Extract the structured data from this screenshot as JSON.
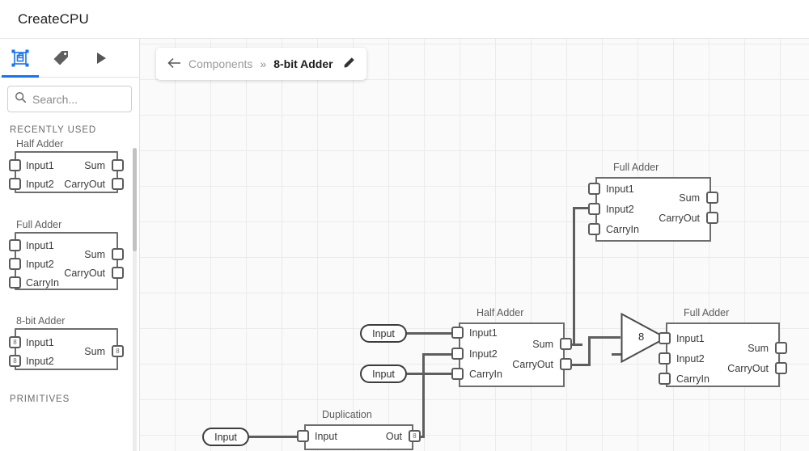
{
  "app": {
    "title": "CreateCPU"
  },
  "sidebar": {
    "tabs": [
      {
        "name": "components-tab",
        "icon": "components-icon",
        "active": true
      },
      {
        "name": "tags-tab",
        "icon": "tag-icon",
        "active": false
      },
      {
        "name": "run-tab",
        "icon": "play-icon",
        "active": false
      }
    ],
    "search": {
      "placeholder": "Search...",
      "value": "",
      "icon": "search-icon"
    },
    "sections": [
      {
        "label": "RECENTLY USED"
      },
      {
        "label": "PRIMITIVES"
      }
    ],
    "palette": [
      {
        "title": "Half Adder",
        "inputs": [
          {
            "label": "Input1",
            "width": ""
          },
          {
            "label": "Input2",
            "width": ""
          }
        ],
        "outputs": [
          {
            "label": "Sum",
            "width": ""
          },
          {
            "label": "CarryOut",
            "width": ""
          }
        ]
      },
      {
        "title": "Full Adder",
        "inputs": [
          {
            "label": "Input1",
            "width": ""
          },
          {
            "label": "Input2",
            "width": ""
          },
          {
            "label": "CarryIn",
            "width": ""
          }
        ],
        "outputs": [
          {
            "label": "Sum",
            "width": ""
          },
          {
            "label": "CarryOut",
            "width": ""
          }
        ]
      },
      {
        "title": "8-bit Adder",
        "inputs": [
          {
            "label": "Input1",
            "width": "8"
          },
          {
            "label": "Input2",
            "width": "8"
          }
        ],
        "outputs": [
          {
            "label": "Sum",
            "width": "8"
          }
        ]
      }
    ]
  },
  "breadcrumb": {
    "back_icon": "arrow-left-icon",
    "parent": "Components",
    "separator": "»",
    "current": "8-bit Adder",
    "edit_icon": "pencil-icon"
  },
  "canvas": {
    "nodes": [
      {
        "name": "full-adder-top",
        "title": "Full Adder",
        "inputs": [
          "Input1",
          "Input2",
          "CarryIn"
        ],
        "outputs": [
          "Sum",
          "CarryOut"
        ]
      },
      {
        "name": "half-adder-mid",
        "title": "Half Adder",
        "inputs": [
          "Input1",
          "Input2",
          "CarryIn"
        ],
        "outputs": [
          "Sum",
          "CarryOut"
        ]
      },
      {
        "name": "full-adder-right",
        "title": "Full Adder",
        "inputs": [
          "Input1",
          "Input2",
          "CarryIn"
        ],
        "outputs": [
          "Sum",
          "CarryOut"
        ]
      },
      {
        "name": "duplication",
        "title": "Duplication",
        "inputs": [
          "Input"
        ],
        "outputs": [
          "Out"
        ]
      }
    ],
    "inputs": [
      {
        "name": "input-pill-1",
        "label": "Input"
      },
      {
        "name": "input-pill-2",
        "label": "Input"
      },
      {
        "name": "input-pill-3",
        "label": "Input"
      }
    ],
    "buffer": {
      "name": "bus-buffer",
      "value": "8"
    },
    "bus_width_label": "8"
  },
  "colors": {
    "accent": "#1a73e8",
    "canvas_bg": "#fafafa",
    "grid_line": "#ebebeb",
    "node_stroke": "#6d6d6d",
    "wire": "#5e5e5e"
  }
}
